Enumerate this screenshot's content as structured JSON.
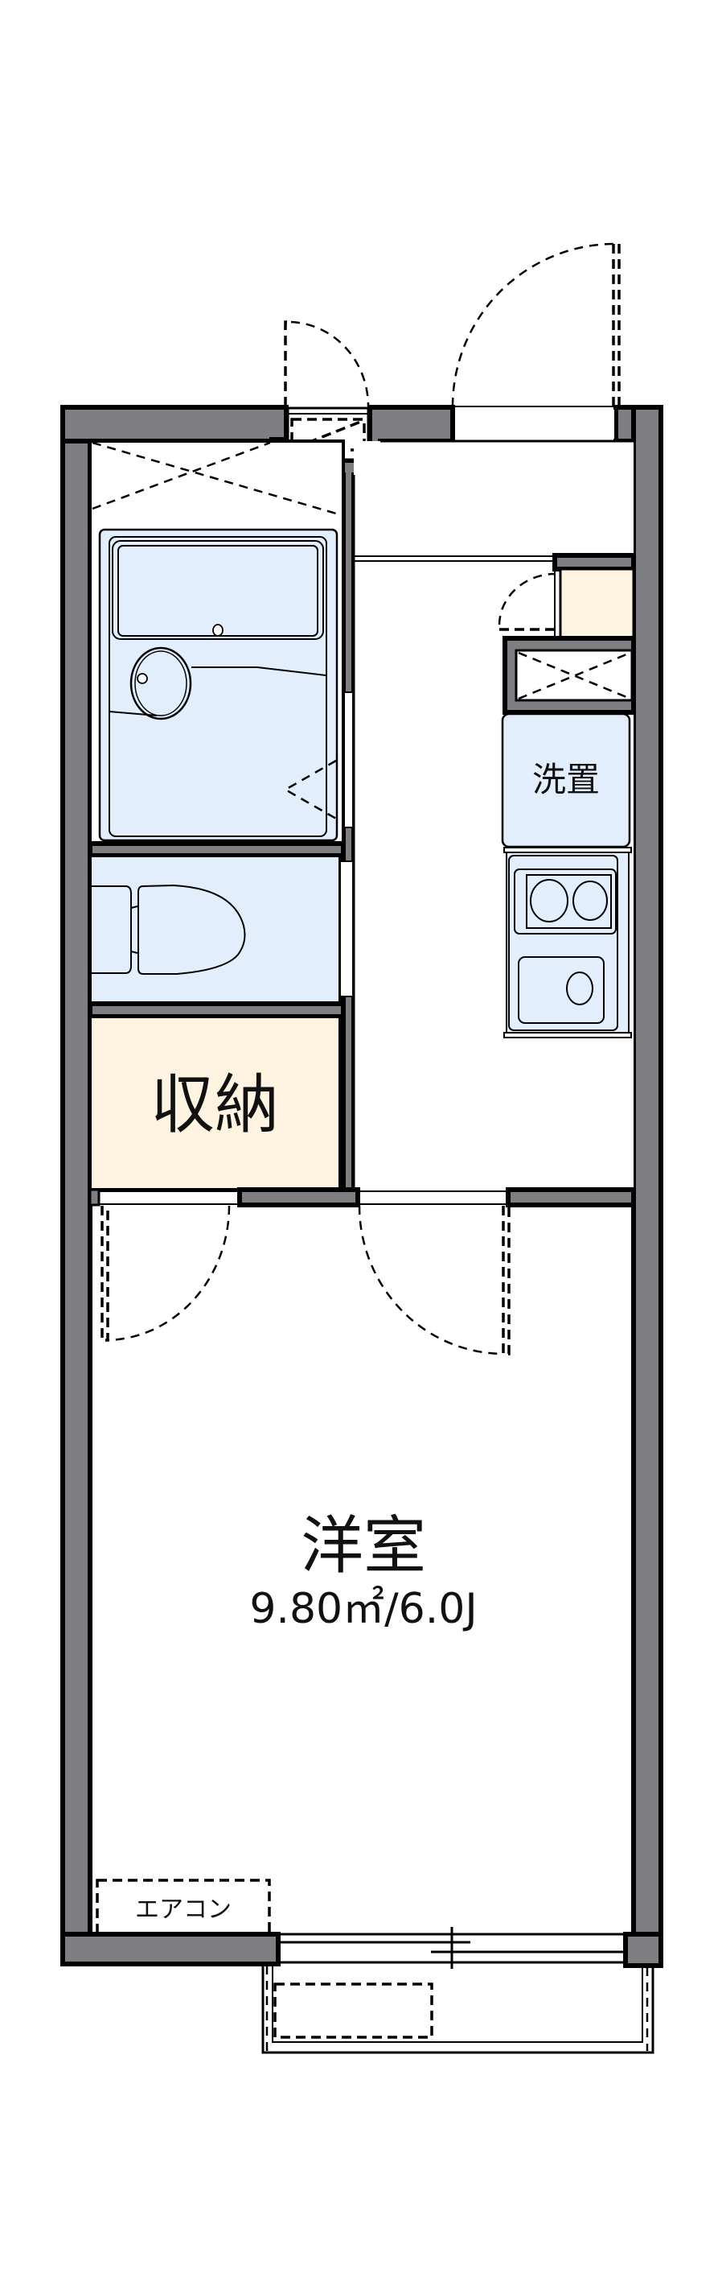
{
  "floorplan": {
    "rooms": {
      "western_room": {
        "label": "洋室",
        "area": "9.80㎡/6.0J"
      },
      "storage": {
        "label": "収納"
      },
      "washer": {
        "label": "洗置"
      },
      "aircon": {
        "label": "エアコン"
      }
    },
    "fixtures": [
      "bathtub",
      "toilet",
      "kitchen-stove",
      "kitchen-sink",
      "washer-space",
      "shoe-cabinet",
      "pipe-space",
      "balcony"
    ],
    "colors": {
      "wall": "#7f7f83",
      "wet_area": "#e3eefc",
      "storage": "#fff4e2",
      "line": "#000000"
    }
  }
}
